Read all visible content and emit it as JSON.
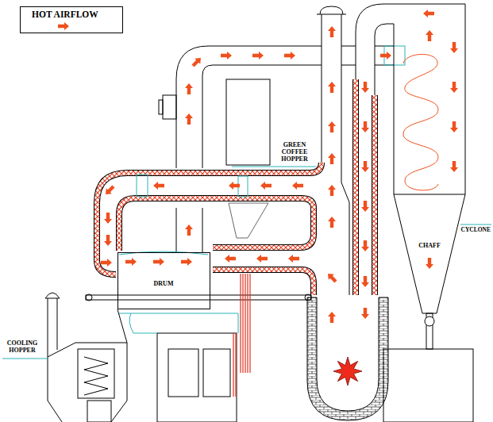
{
  "diagram": {
    "nodes": [
      {
        "text": [
          "DRUM"
        ]
      },
      {
        "text": [
          "CHAFF"
        ]
      }
    ],
    "labels": [
      "GREEN COFFEE HOPPER",
      "CYCLONE",
      "COOLING HOPPER"
    ],
    "legend": [
      {
        "text": "HOT AIRFLOW"
      }
    ]
  }
}
